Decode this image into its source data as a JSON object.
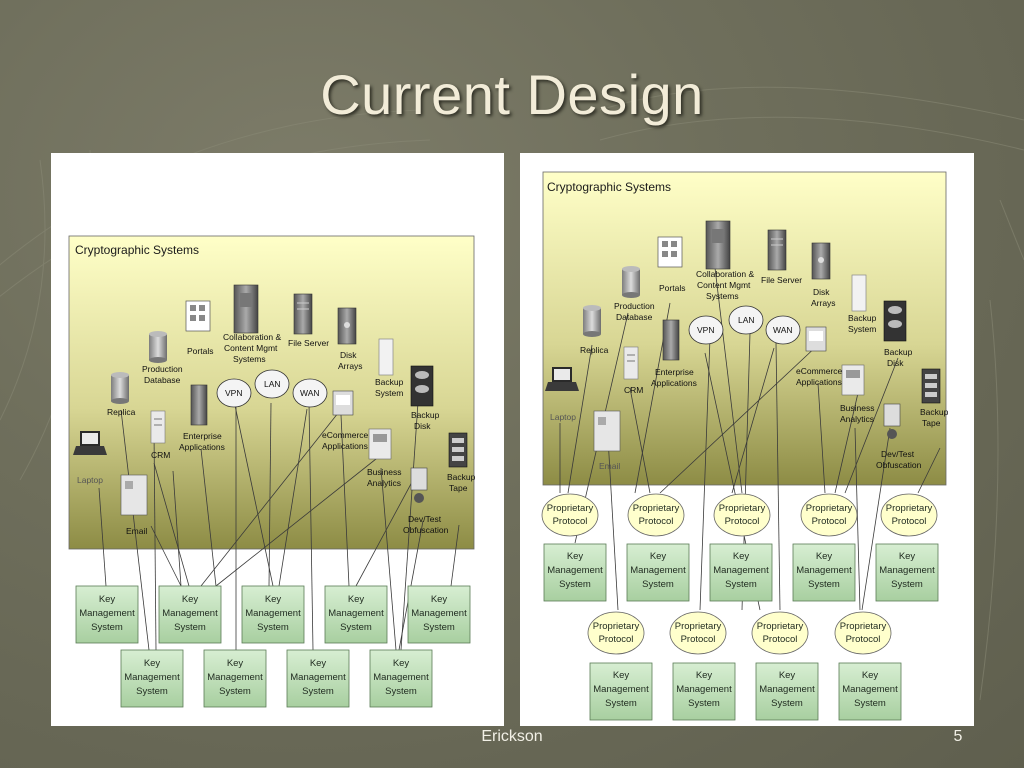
{
  "slide": {
    "title": "Current Design",
    "footer_author": "Erickson",
    "page_number": "5"
  },
  "colors": {
    "background": "#6f6f5c",
    "region_top": "#ffffc8",
    "region_bottom": "#8d8c45",
    "km_box": "#bfe0b8",
    "protocol_ellipse": "#ffffcc"
  },
  "left_diagram": {
    "region_title": "Cryptographic Systems",
    "systems": {
      "laptop": "Laptop",
      "replica": "Replica",
      "production_database": [
        "Production",
        "Database"
      ],
      "portals": "Portals",
      "collaboration": [
        "Collaboration &",
        "Content Mgmt",
        "Systems"
      ],
      "file_server": "File Server",
      "disk_arrays": [
        "Disk",
        "Arrays"
      ],
      "backup_system": [
        "Backup",
        "System"
      ],
      "backup_disk": [
        "Backup",
        "Disk"
      ],
      "backup_tape": [
        "Backup",
        "Tape"
      ],
      "crm": "CRM",
      "enterprise_applications": [
        "Enterprise",
        "Applications"
      ],
      "vpn": "VPN",
      "lan": "LAN",
      "wan": "WAN",
      "ecommerce_applications": [
        "eCommerce",
        "Applications"
      ],
      "business_analytics": [
        "Business",
        "Analytics"
      ],
      "email": "Email",
      "devtest": [
        "Dev/Test",
        "Obfuscation"
      ]
    },
    "km_label": [
      "Key",
      "Management",
      "System"
    ]
  },
  "right_diagram": {
    "region_title": "Cryptographic Systems",
    "systems": {
      "laptop": "Laptop",
      "replica": "Replica",
      "production_database": [
        "Production",
        "Database"
      ],
      "portals": "Portals",
      "collaboration": [
        "Collaboration &",
        "Content Mgmt",
        "Systems"
      ],
      "file_server": "File Server",
      "disk_arrays": [
        "Disk",
        "Arrays"
      ],
      "backup_system": [
        "Backup",
        "System"
      ],
      "backup_disk": [
        "Backup",
        "Disk"
      ],
      "backup_tape": [
        "Backup",
        "Tape"
      ],
      "crm": "CRM",
      "enterprise_applications": [
        "Enterprise",
        "Applications"
      ],
      "vpn": "VPN",
      "lan": "LAN",
      "wan": "WAN",
      "ecommerce_applications": [
        "eCommerce",
        "Applications"
      ],
      "business_analytics": [
        "Business",
        "Analytics"
      ],
      "email": "Email",
      "devtest": [
        "Dev/Test",
        "Obfuscation"
      ]
    },
    "km_label": [
      "Key",
      "Management",
      "System"
    ],
    "protocol_label": [
      "Proprietary",
      "Protocol"
    ]
  }
}
